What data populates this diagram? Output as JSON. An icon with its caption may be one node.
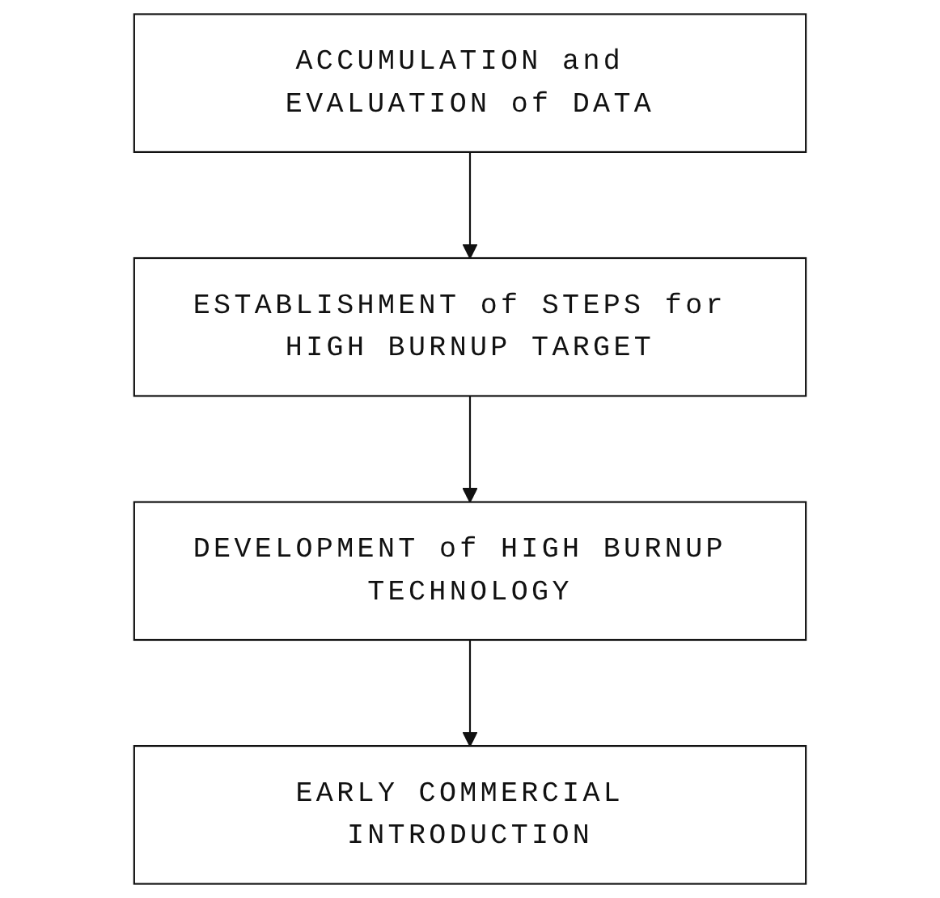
{
  "diagram": {
    "nodes": [
      {
        "text": [
          "ACCUMULATION and EVALUATION of DATA"
        ]
      },
      {
        "text": [
          "ESTABLISHMENT of STEPS for HIGH BURNUP TARGET"
        ]
      },
      {
        "text": [
          "DEVELOPMENT of HIGH BURNUP TECHNOLOGY"
        ]
      },
      {
        "text": [
          "EARLY COMMERCIAL INTRODUCTION"
        ]
      }
    ],
    "edges": [
      {
        "from": 0,
        "to": 1,
        "arrow": "to"
      },
      {
        "from": 1,
        "to": 2,
        "arrow": "to"
      },
      {
        "from": 2,
        "to": 3,
        "arrow": "to"
      }
    ]
  }
}
